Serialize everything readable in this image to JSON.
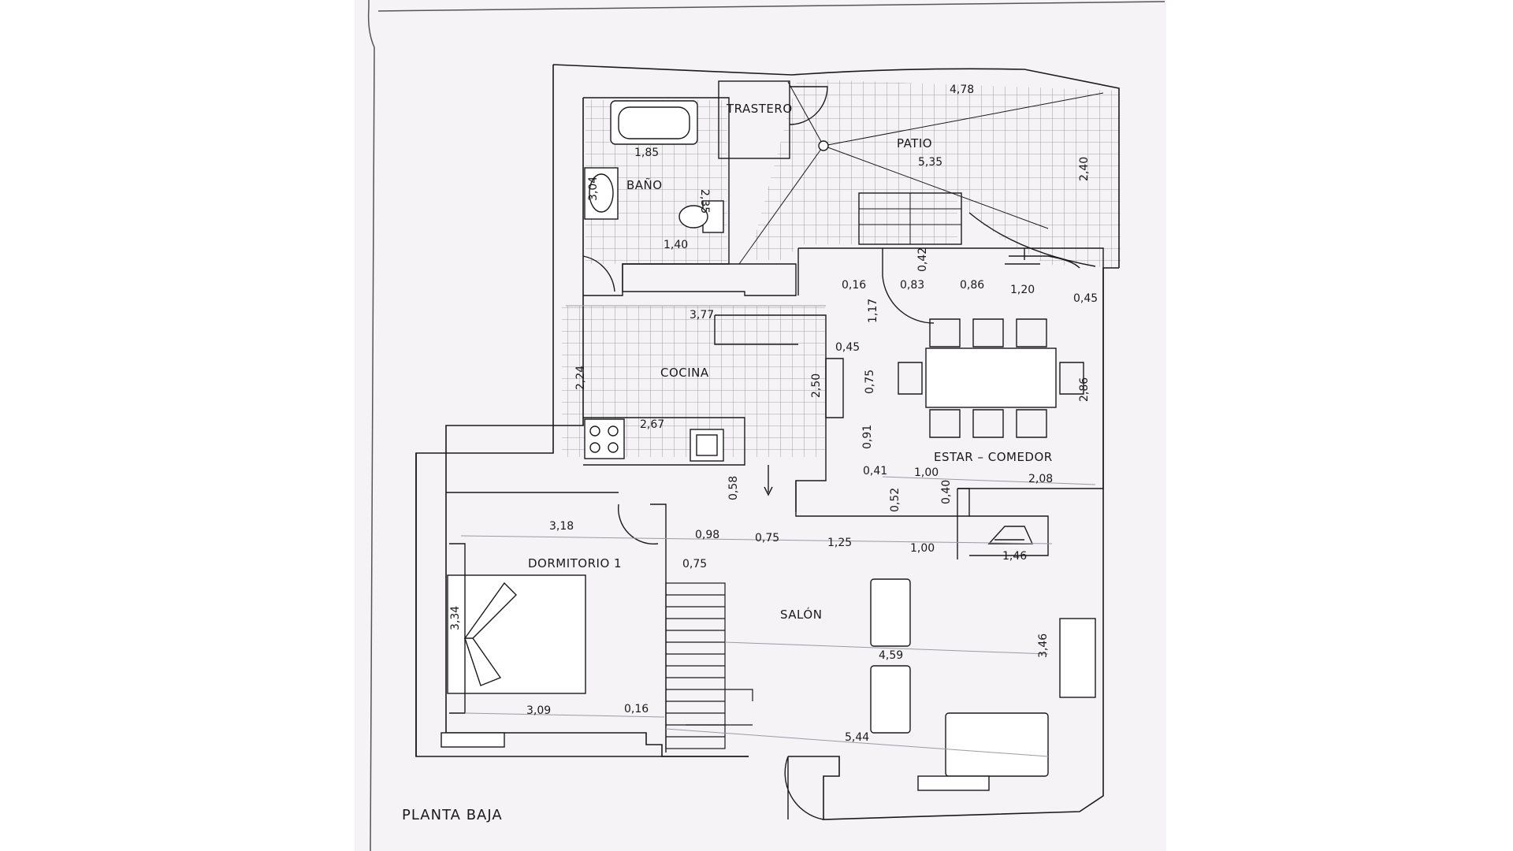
{
  "colors": {
    "background": "#ffffff",
    "paper": "#f5f3f6",
    "ink": "#1a1a1a",
    "grid": "#8a8a8a",
    "dimension_line": "#9a9aa8"
  },
  "plan_title": "PLANTA BAJA",
  "rooms": {
    "trastero": "TRASTERO",
    "patio": "PATIO",
    "bano": "BAÑO",
    "cocina": "COCINA",
    "estar_comedor": "ESTAR – COMEDOR",
    "dormitorio": "DORMITORIO 1",
    "salon": "SALÓN"
  },
  "dimensions": {
    "patio_top": "4,78",
    "patio_diag": "5,35",
    "patio_side": "2,40",
    "bath_tub": "1,85",
    "bath_height": "3,04",
    "bath_wc": "2,35",
    "bath_bottom": "1,40",
    "cocina_top": "3,77",
    "cocina_side": "2,24",
    "cocina_counter": "2,67",
    "cocina_right": "2,50",
    "cocina_step": "0,58",
    "hall_a": "0,16",
    "hall_b": "0,45",
    "hall_c": "0,42",
    "hall_d": "1,17",
    "hall_e": "0,75",
    "hall_f": "0,91",
    "hall_g": "0,41",
    "hall_h": "0,52",
    "hall_i": "0,40",
    "estar_a": "0,83",
    "estar_b": "0,86",
    "estar_c": "1,20",
    "estar_d": "0,45",
    "estar_side": "2,86",
    "estar_e": "1,00",
    "estar_f": "2,08",
    "row_a": "3,18",
    "row_b": "0,98",
    "row_c": "0,75",
    "row_d": "1,25",
    "row_e": "1,00",
    "fireplace": "1,46",
    "stair": "0,75",
    "dorm_side": "3,34",
    "dorm_bottom": "3,09",
    "dorm_wall": "0,16",
    "salon_mid": "4,59",
    "salon_side": "3,46",
    "salon_bottom": "5,44"
  }
}
